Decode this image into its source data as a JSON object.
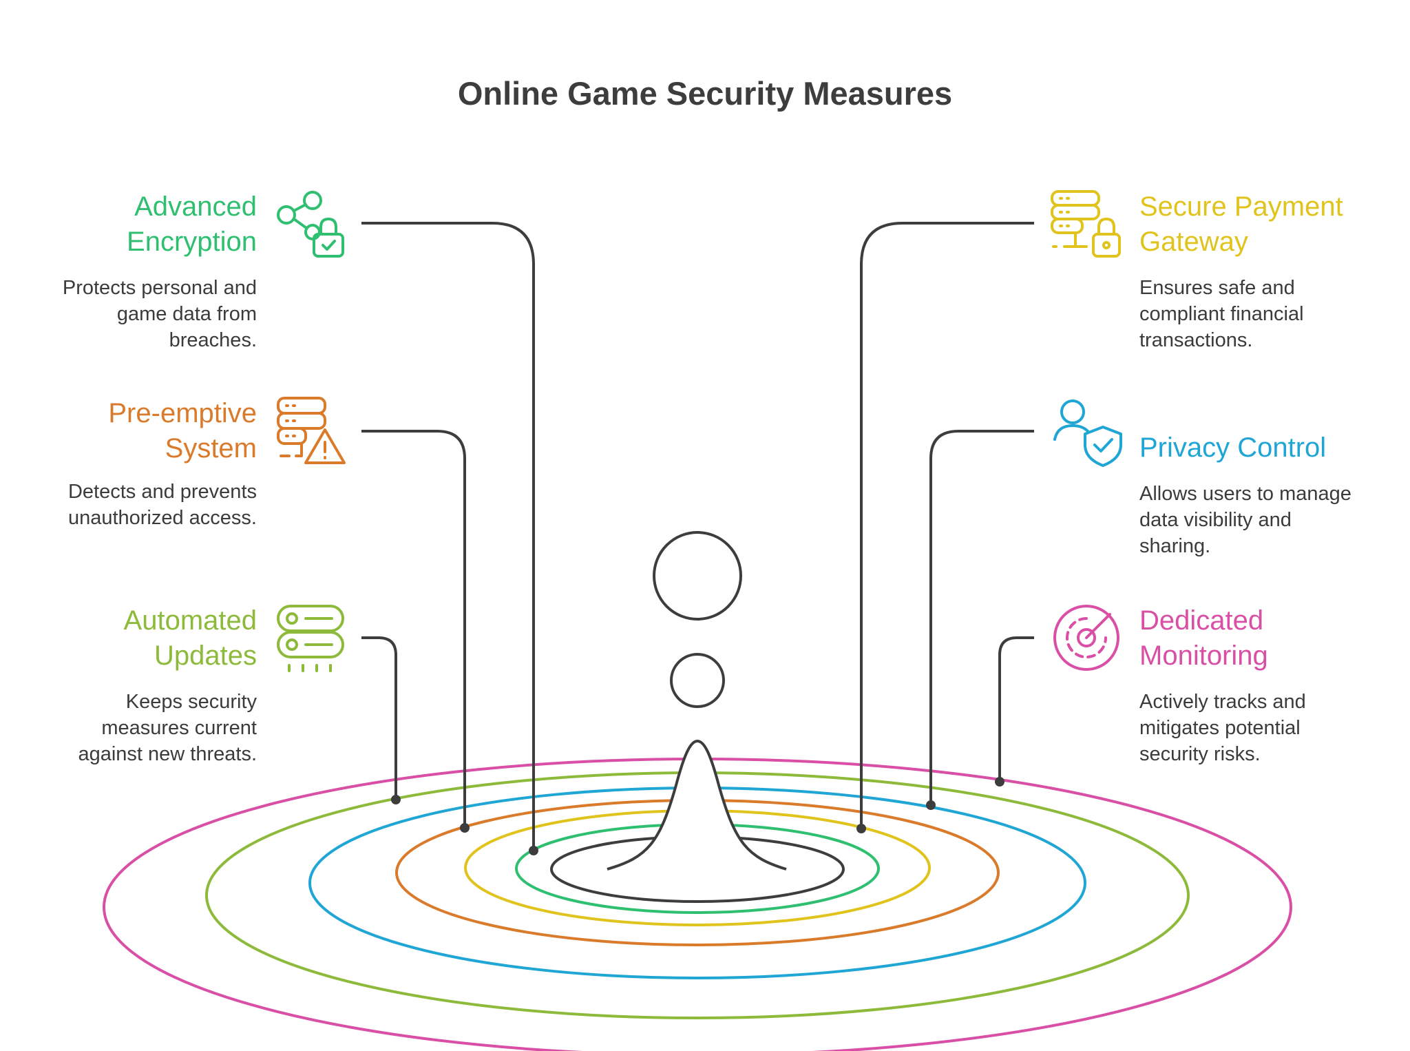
{
  "title": "Online Game Security Measures",
  "items": [
    {
      "id": "advanced-encryption",
      "side": "left",
      "color": "#2fbf71",
      "title_line1": "Advanced",
      "title_line2": "Encryption",
      "desc_lines": [
        "Protects personal and",
        "game data from",
        "breaches."
      ],
      "icon": "share-lock-icon"
    },
    {
      "id": "pre-emptive-system",
      "side": "left",
      "color": "#d97b2b",
      "title_line1": "Pre-emptive",
      "title_line2": "System",
      "desc_lines": [
        "Detects and prevents",
        "unauthorized access."
      ],
      "icon": "server-warning-icon"
    },
    {
      "id": "automated-updates",
      "side": "left",
      "color": "#8dba3a",
      "title_line1": "Automated",
      "title_line2": "Updates",
      "desc_lines": [
        "Keeps security",
        "measures current",
        "against new threats."
      ],
      "icon": "server-update-icon"
    },
    {
      "id": "secure-payment-gateway",
      "side": "right",
      "color": "#e0c31c",
      "title_line1": "Secure Payment",
      "title_line2": "Gateway",
      "desc_lines": [
        "Ensures safe and",
        "compliant financial",
        "transactions."
      ],
      "icon": "server-lock-icon"
    },
    {
      "id": "privacy-control",
      "side": "right",
      "color": "#1fa6d4",
      "title_line1": "Privacy Control",
      "title_line2": "",
      "desc_lines": [
        "Allows users to manage",
        "data visibility and",
        "sharing."
      ],
      "icon": "user-shield-icon"
    },
    {
      "id": "dedicated-monitoring",
      "side": "right",
      "color": "#d94fa5",
      "title_line1": "Dedicated",
      "title_line2": "Monitoring",
      "desc_lines": [
        "Actively tracks and",
        "mitigates potential",
        "security risks."
      ],
      "icon": "radar-icon"
    }
  ],
  "ring_colors": [
    "#2fbf71",
    "#e0c31c",
    "#d97b2b",
    "#1fa6d4",
    "#8dba3a",
    "#d94fa5"
  ],
  "line_color": "#3d3d3d"
}
